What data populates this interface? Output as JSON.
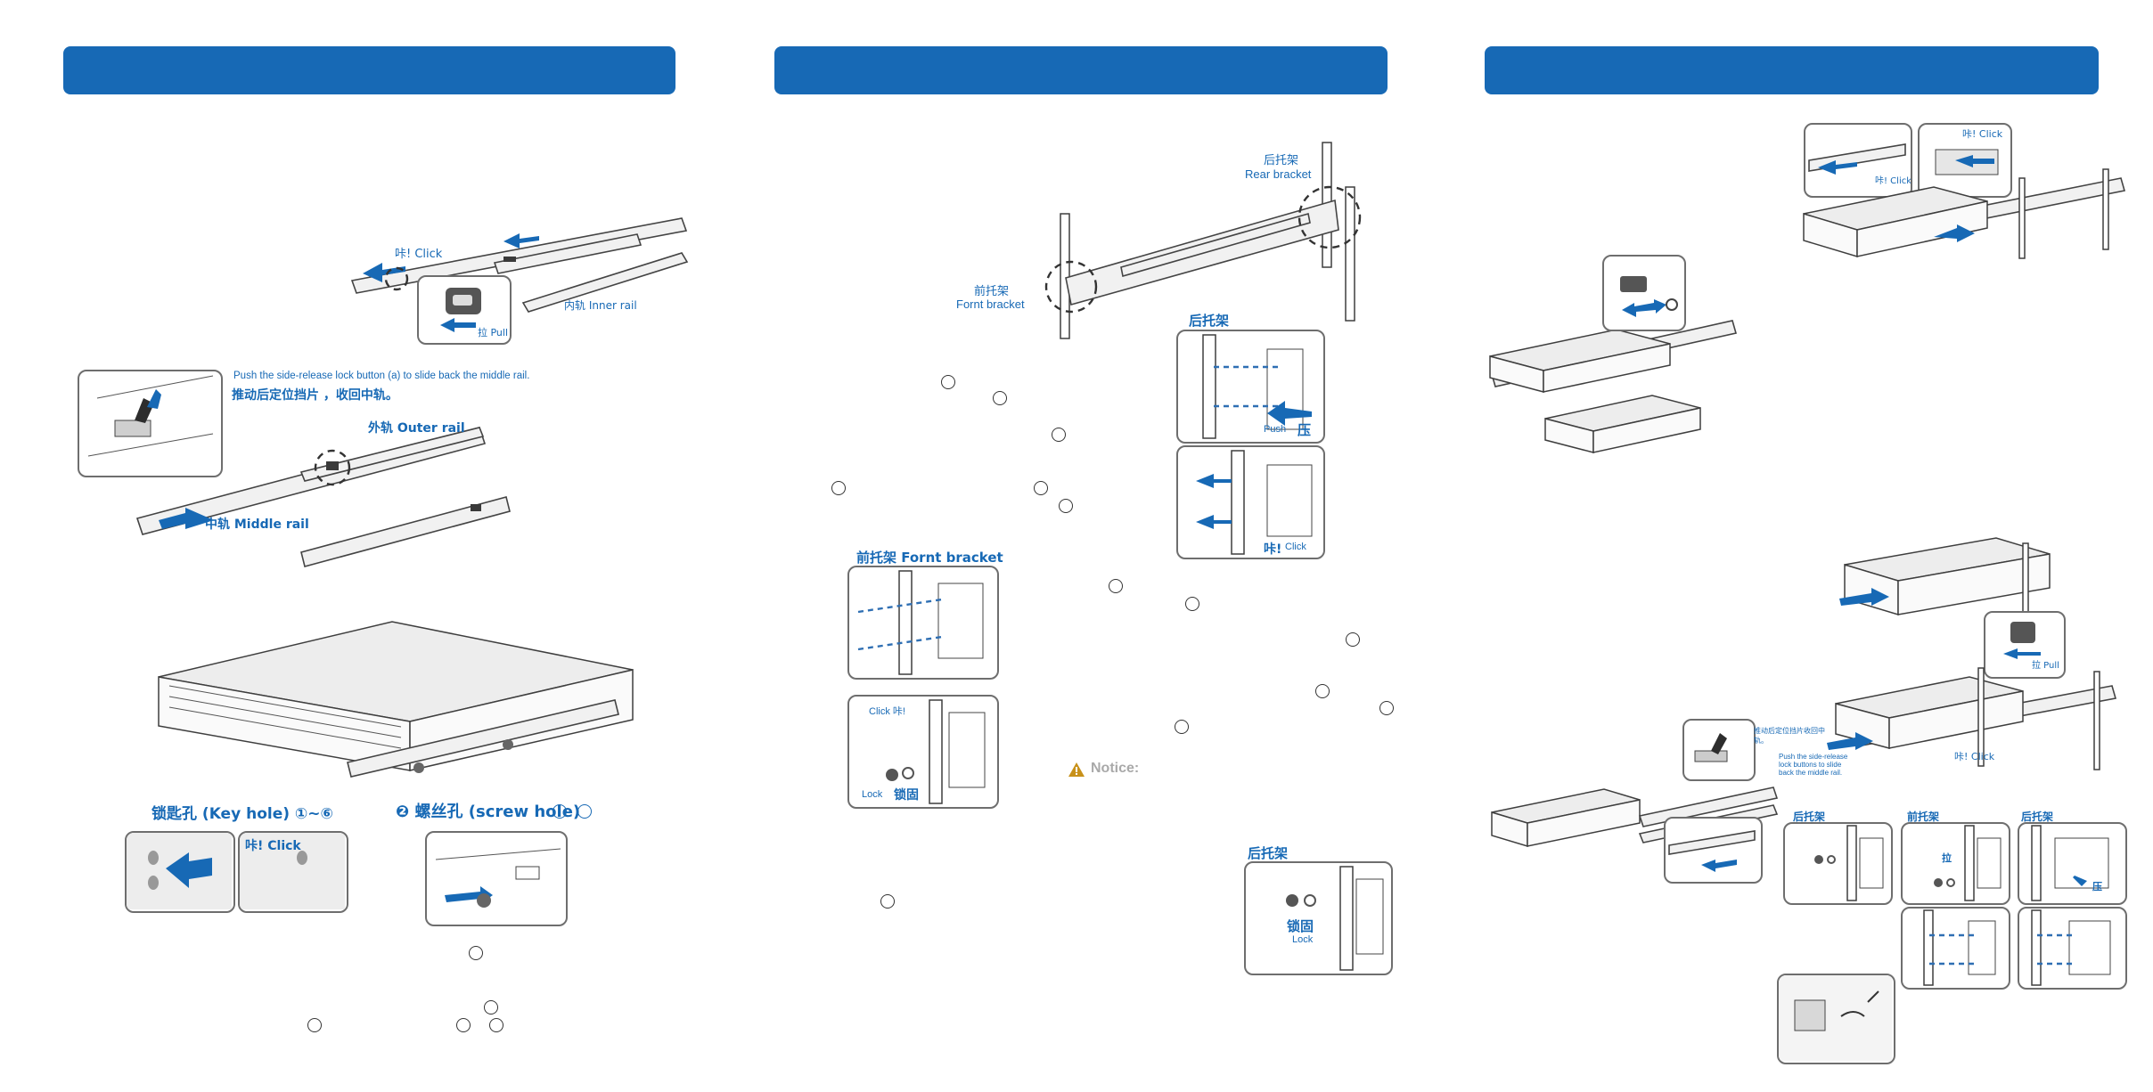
{
  "banners": [
    "",
    "",
    ""
  ],
  "s1": {
    "click_label": "咔! Click",
    "pull_label": "拉 Pull",
    "inner_rail": "内轨 Inner rail",
    "push_release_en": "Push the side-release lock button (a) to slide back the middle rail.",
    "push_release_cn": "推动后定位挡片       ，收回中轨。",
    "outer_rail": "外轨 Outer rail",
    "middle_rail": "中轨 Middle rail",
    "key_hole": "锁匙孔 (Key hole)  ①~⑥",
    "screw_hole": "❷ 螺丝孔 (screw hole)",
    "click2": "咔! Click"
  },
  "s2": {
    "rear_bracket_cn": "后托架",
    "rear_bracket_en": "Rear bracket",
    "front_bracket_cn": "前托架",
    "front_bracket_en": "Fornt bracket",
    "rear_bracket_title": "后托架",
    "push_en": "Push",
    "push_cn": "压",
    "click_cn": "咔!",
    "click_en": "Click",
    "front_bracket_title": "前托架  Fornt bracket",
    "click_top": "Click 咔!",
    "lock_en": "Lock",
    "lock_cn": "锁固",
    "notice": "Notice:",
    "rear_bracket_title2": "后托架",
    "lock_cn2": "锁固",
    "lock_en2": "Lock"
  },
  "s3": {
    "click_top": "咔! Click",
    "click_mid": "咔! Click",
    "pull": "拉 Pull",
    "push_cn": "推动后定位挡片收回中轨。",
    "push_en": "Push the side-release lock buttons to slide back the middle rail.",
    "click_bottom": "咔! Click",
    "rear1": "后托架",
    "front": "前托架",
    "rear2": "后托架",
    "pull_small": "拉",
    "press": "压"
  }
}
